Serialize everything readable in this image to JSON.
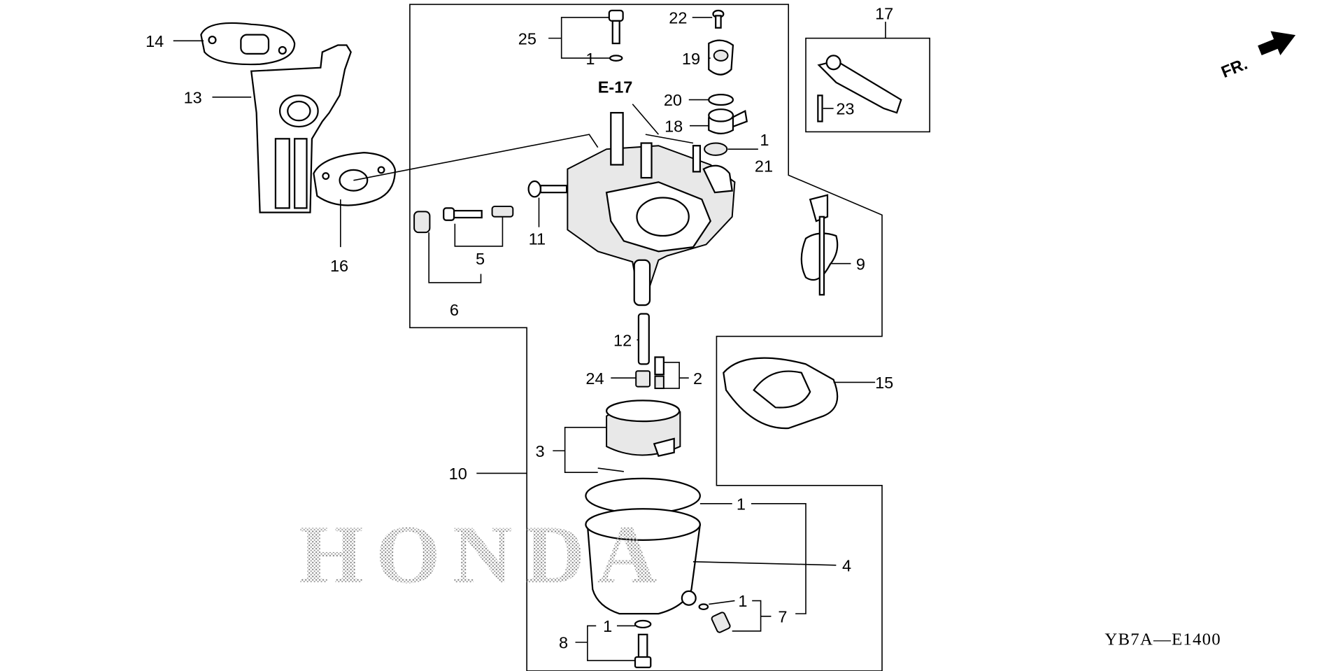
{
  "diagram": {
    "watermark": "HONDA",
    "diagram_code": "YB7A—E1400",
    "direction_label": "FR.",
    "reference": "E-17",
    "callouts": {
      "c14": "14",
      "c13": "13",
      "c16": "16",
      "c25": "25",
      "c1a": "1",
      "c22": "22",
      "c19": "19",
      "c20": "20",
      "c18": "18",
      "c1b": "1",
      "c21": "21",
      "c17": "17",
      "c23": "23",
      "c11": "11",
      "c5": "5",
      "c6": "6",
      "c9": "9",
      "c12": "12",
      "c24": "24",
      "c2": "2",
      "c15": "15",
      "c3": "3",
      "c10": "10",
      "c1c": "1",
      "c4": "4",
      "c1d": "1",
      "c7": "7",
      "c1e": "1",
      "c8": "8"
    }
  }
}
